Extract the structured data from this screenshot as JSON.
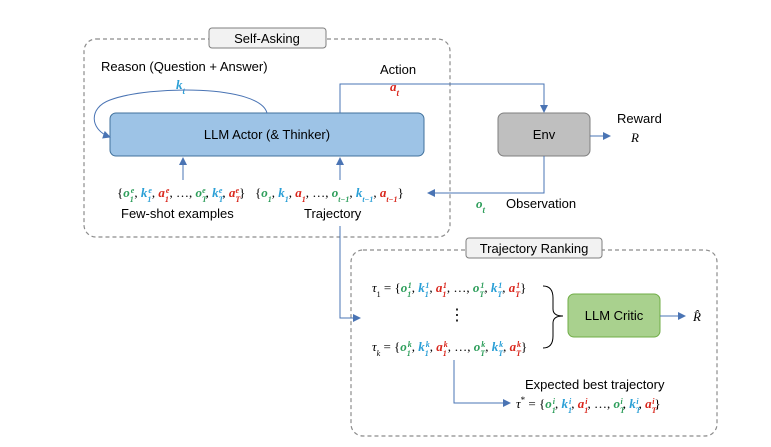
{
  "sections": {
    "self_asking": "Self-Asking",
    "trajectory_ranking": "Trajectory Ranking"
  },
  "labels": {
    "reason": "Reason (Question + Answer)",
    "action": "Action",
    "reward": "Reward",
    "observation": "Observation",
    "few_shot": "Few-shot examples",
    "trajectory": "Trajectory",
    "expected_best": "Expected best trajectory"
  },
  "nodes": {
    "llm_actor": "LLM Actor (& Thinker)",
    "env": "Env",
    "llm_critic": "LLM Critic"
  },
  "symbols": {
    "k_t": "k_t",
    "a_t": "a_t",
    "R": "R",
    "o_t": "o_t",
    "R_hat": "R̂",
    "dots": "⋮"
  },
  "formulas": {
    "few_shot": "{o1e, k1e, a1e, …, oTe, kTe, aTe}",
    "trajectory": "{o1, k1, a1, …, ot−1, kt−1, at−1}",
    "tau_1": "τ1 = {o11, k11, a11, …, oT1, kT1, aT1}",
    "tau_k": "τk = {o1k, k1k, a1k, …, oTk, kTk, aTk}",
    "tau_star": "τ* = {o1i, k1i, a1i, …, oTi, kTi, aTi}"
  },
  "colors": {
    "observation": "#2e9e5b",
    "thought": "#2a9fd6",
    "action": "#d9261c",
    "actor_fill": "#9dc3e6",
    "env_fill": "#bfbfbf",
    "critic_fill": "#a9d18e",
    "arrow": "#4a74b4",
    "dashed": "#8c8c8c"
  }
}
